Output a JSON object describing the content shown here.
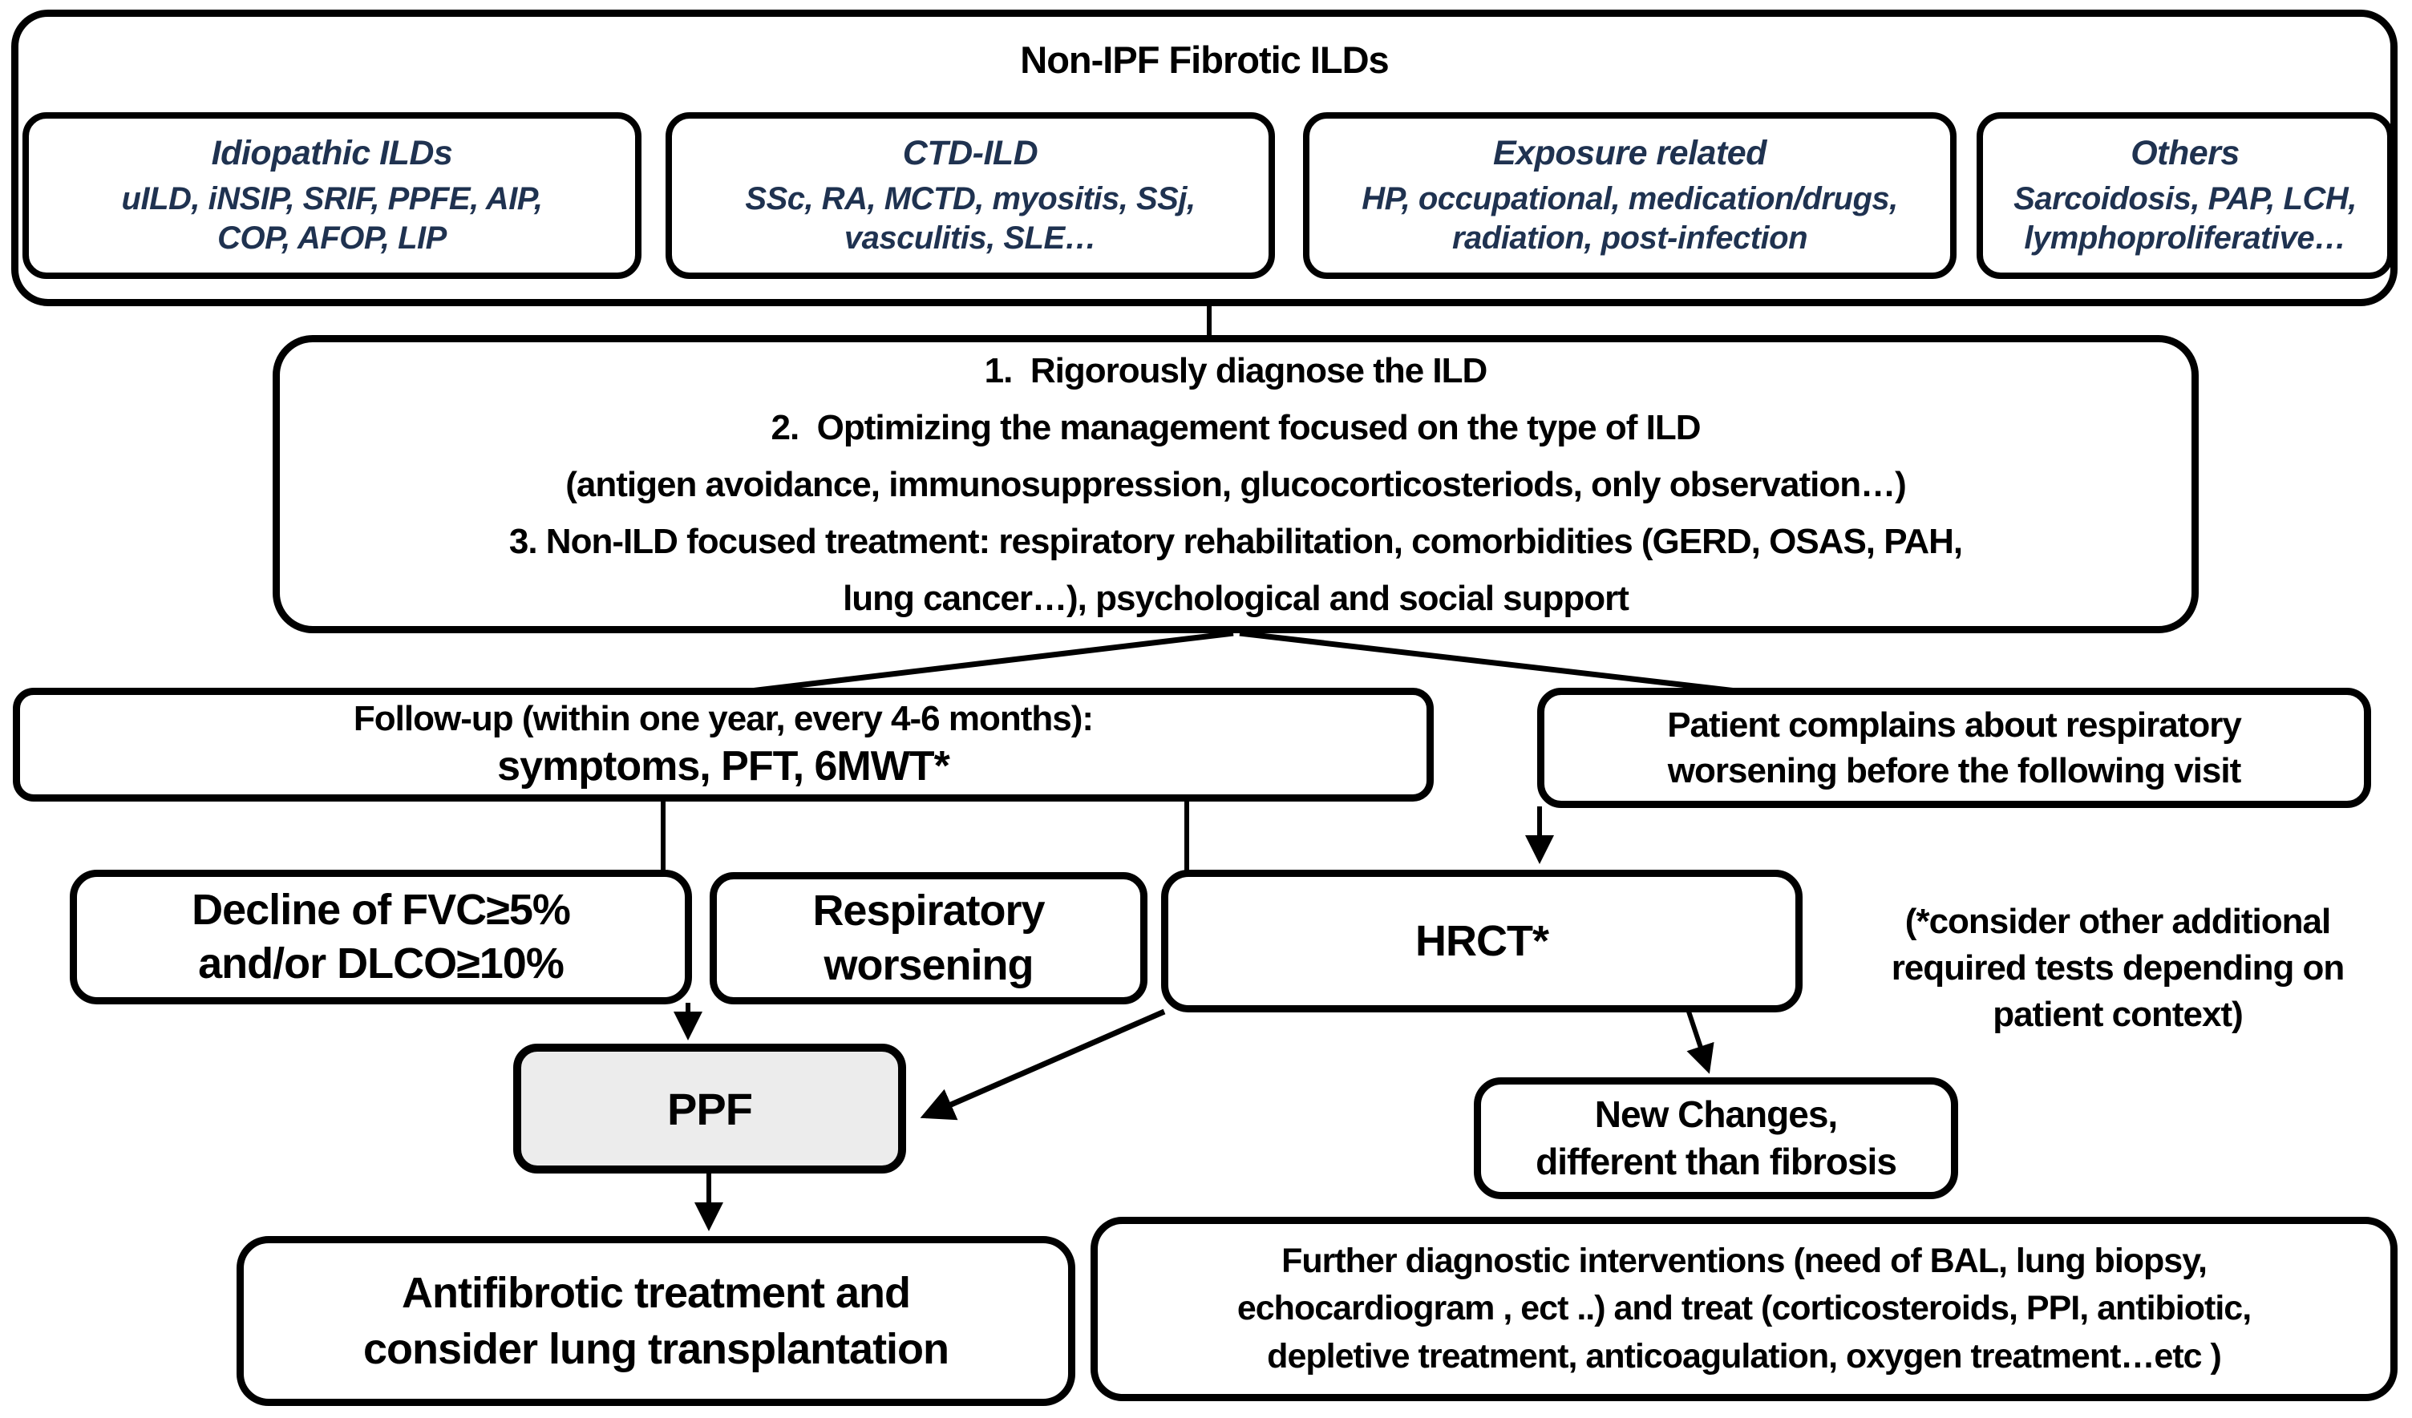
{
  "diagram": {
    "root": {
      "title": "Non-IPF Fibrotic ILDs"
    },
    "categories": [
      {
        "title": "Idiopathic ILDs",
        "line1": "uILD, iNSIP, SRIF, PPFE, AIP,",
        "line2": "COP, AFOP, LIP"
      },
      {
        "title": "CTD-ILD",
        "line1": "SSc, RA, MCTD, myositis, SSj,",
        "line2": "vasculitis, SLE…"
      },
      {
        "title": "Exposure related",
        "line1": "HP, occupational, medication/drugs,",
        "line2": "radiation, post-infection"
      },
      {
        "title": "Others",
        "line1": "Sarcoidosis, PAP, LCH,",
        "line2": "lymphoproliferative…"
      }
    ],
    "management": {
      "line1": "1.  Rigorously diagnose the ILD",
      "line2": "2.  Optimizing the management focused on the type of ILD",
      "line3": "(antigen avoidance, immunosuppression, glucocorticosteriods, only observation…)",
      "line4": "3. Non-ILD focused treatment: respiratory rehabilitation, comorbidities (GERD, OSAS, PAH,",
      "line5": "lung cancer…), psychological and social support"
    },
    "followup": {
      "line1": "Follow-up (within one year, every 4-6 months):",
      "line2": "symptoms, PFT, 6MWT*"
    },
    "patient_complaint": {
      "line1": "Patient complains about respiratory",
      "line2": "worsening before the following visit"
    },
    "decline": {
      "line1": "Decline of FVC≥5%",
      "line2": "and/or DLCO≥10%"
    },
    "respiratory_worsening": {
      "line1": "Respiratory",
      "line2": "worsening"
    },
    "hrct": {
      "label": "HRCT*"
    },
    "asterisk_note": {
      "line1": "(*consider other additional",
      "line2": "required tests depending on",
      "line3": "patient context)"
    },
    "ppf": {
      "label": "PPF"
    },
    "new_changes": {
      "line1": "New Changes,",
      "line2": "different than fibrosis"
    },
    "antifibrotic": {
      "line1": "Antifibrotic treatment and",
      "line2": "consider lung transplantation"
    },
    "further": {
      "line1": "Further diagnostic interventions (need of BAL, lung biopsy,",
      "line2": "echocardiogram , ect ..) and treat (corticosteroids, PPI, antibiotic,",
      "line3": "depletive treatment, anticoagulation, oxygen treatment…etc )"
    },
    "colors": {
      "box_border": "#000000",
      "category_text": "#1f3250",
      "ppf_fill": "#ececec",
      "background": "#ffffff"
    }
  }
}
